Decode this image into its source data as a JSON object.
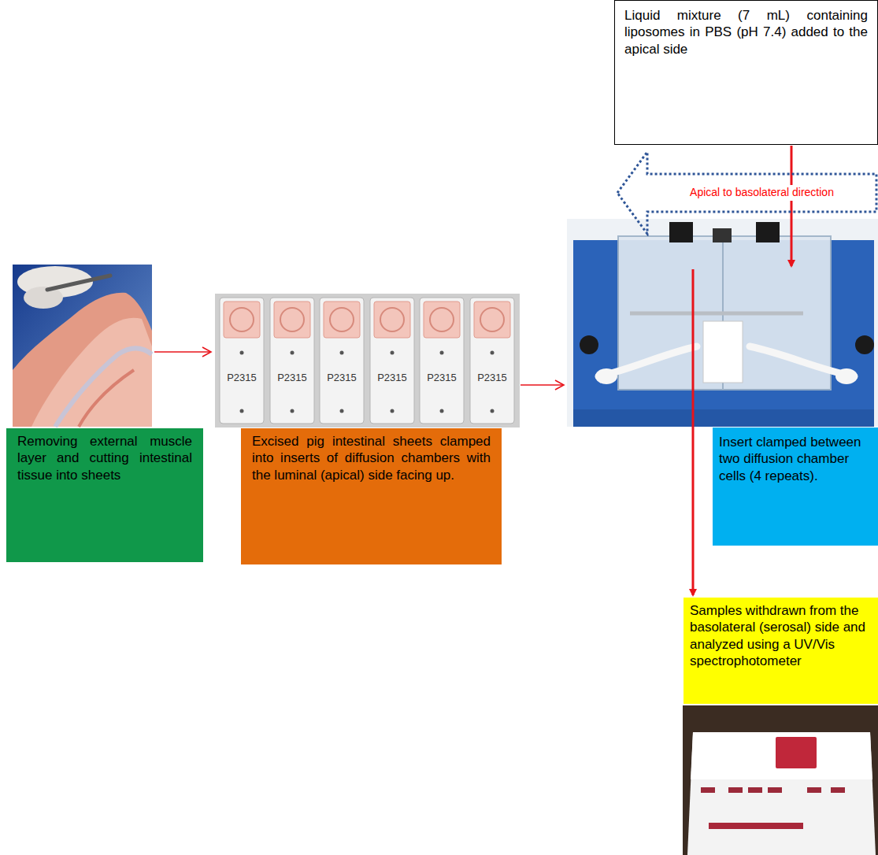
{
  "diagram": {
    "nodes": [
      {
        "text": [
          "Removing external muscle layer and cutting intestinal tissue into sheets"
        ]
      },
      {
        "text": [
          "Excised pig intestinal sheets clamped into inserts of diffusion chambers with the luminal (apical) side facing up."
        ]
      },
      {
        "text": [
          "Liquid mixture (7 mL) containing liposomes in PBS (pH 7.4) added to the apical side"
        ]
      },
      {
        "text": [
          "Apical to basolateral direction"
        ]
      },
      {
        "text": [
          "Insert clamped between two diffusion chamber cells (4 repeats)."
        ]
      },
      {
        "text": [
          "Samples withdrawn from the basolateral (serosal) side and analyzed using a UV/Vis spectrophotometer"
        ]
      }
    ],
    "labels": [
      "P2315",
      "P2315",
      "P2315",
      "P2315",
      "P2315",
      "P2315"
    ]
  }
}
